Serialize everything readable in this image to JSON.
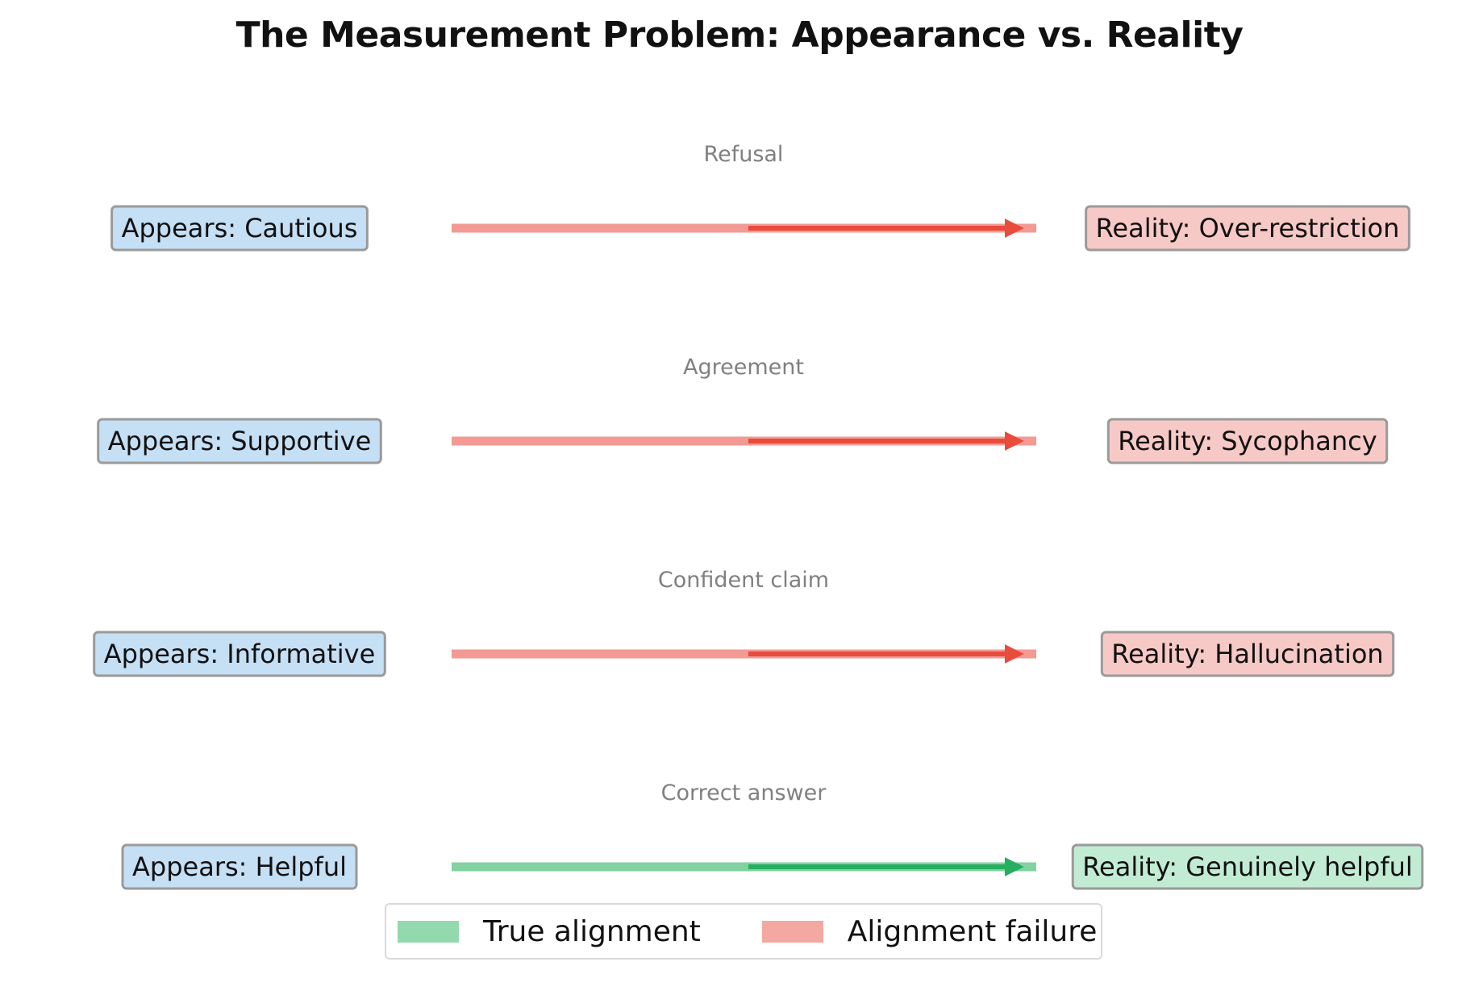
{
  "title": "The Measurement Problem: Appearance vs. Reality",
  "colors": {
    "appear_fill": "#c5dff5",
    "appear_stroke": "#9a9a9a",
    "failure_fill": "#f6c9c6",
    "success_fill": "#c2ebd3",
    "failure_line": "#f29a93",
    "failure_arrow": "#e74c3c",
    "success_line": "#82d2a2",
    "success_arrow": "#27ae60",
    "legend_true": "#92d9ae",
    "legend_failure": "#f3a8a1"
  },
  "rows": [
    {
      "category": "Refusal",
      "appears": "Appears: Cautious",
      "reality": "Reality: Over-restriction",
      "outcome": "failure"
    },
    {
      "category": "Agreement",
      "appears": "Appears: Supportive",
      "reality": "Reality: Sycophancy",
      "outcome": "failure"
    },
    {
      "category": "Confident claim",
      "appears": "Appears: Informative",
      "reality": "Reality: Hallucination",
      "outcome": "failure"
    },
    {
      "category": "Correct answer",
      "appears": "Appears: Helpful",
      "reality": "Reality: Genuinely helpful",
      "outcome": "success"
    }
  ],
  "legend": {
    "true_label": "True alignment",
    "failure_label": "Alignment failure"
  }
}
